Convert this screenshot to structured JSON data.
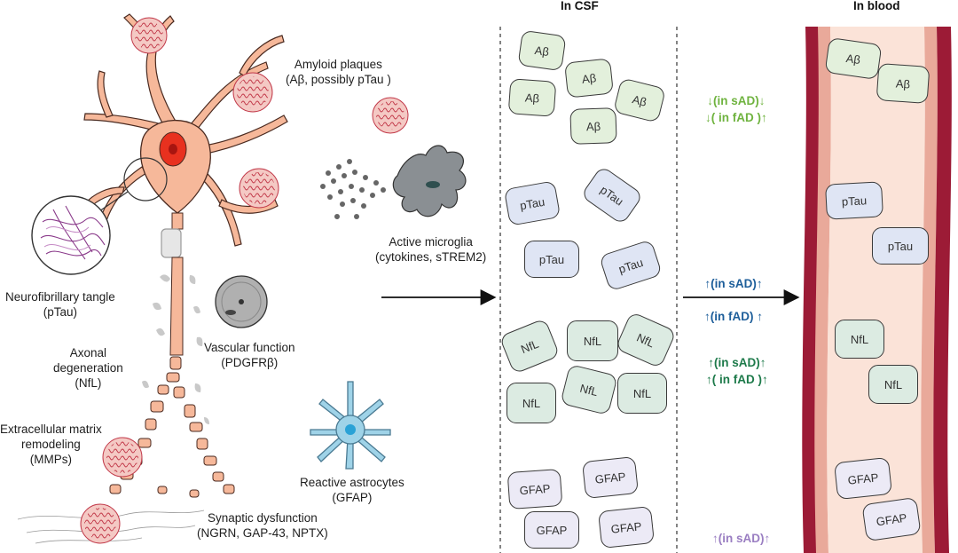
{
  "headers": {
    "csf": "In CSF",
    "blood": "In blood"
  },
  "labels": {
    "amyloid": [
      "Amyloid plaques",
      "(Aβ, possibly pTau )"
    ],
    "tangle": [
      "Neurofibrillary tangle",
      "(pTau)"
    ],
    "axonal": [
      "Axonal",
      "degeneration",
      "(NfL)"
    ],
    "vascular": [
      "Vascular function",
      "(PDGFRβ)"
    ],
    "microglia": [
      "Active microglia",
      "(cytokines, sTREM2)"
    ],
    "ecm": [
      "Extracellular matrix",
      "remodeling",
      "(MMPs)"
    ],
    "astro": [
      "Reactive astrocytes",
      "(GFAP)"
    ],
    "synaptic": [
      "Synaptic dysfunction",
      "(NGRN, GAP-43, NPTX)"
    ]
  },
  "chips": {
    "ab": "Aβ",
    "ptau": "pTau",
    "nfl": "NfL",
    "gfap": "GFAP"
  },
  "changes": {
    "ab": {
      "line1": "↓(in sAD)↓",
      "line2": "↓( in fAD )↑",
      "color": "#6fb33f"
    },
    "ptau": {
      "line1": "↑(in sAD)↑",
      "line2": "↑(in fAD) ↑",
      "color": "#1d5e9a"
    },
    "nfl": {
      "line1": "↑(in sAD)↑",
      "line2": "↑( in fAD )↑",
      "color": "#1d7a4a"
    },
    "gfap": {
      "line1": "↑(in sAD)↑",
      "color": "#9a7ec2"
    }
  },
  "colors": {
    "neuron": "#f6b89a",
    "neuron_outline": "#4a2a20",
    "nucleus": "#e8311f",
    "vessel_outer": "#9c1b36",
    "vessel_wall": "#e9a99a",
    "vessel_lumen": "#fbe3d8",
    "astrocyte": "#9fd3e8"
  }
}
